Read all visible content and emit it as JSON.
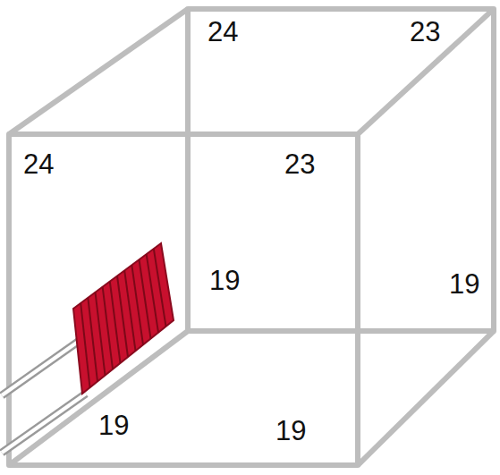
{
  "diagram": {
    "labels": [
      "24",
      "23",
      "24",
      "23",
      "19",
      "19",
      "19",
      "19"
    ]
  }
}
